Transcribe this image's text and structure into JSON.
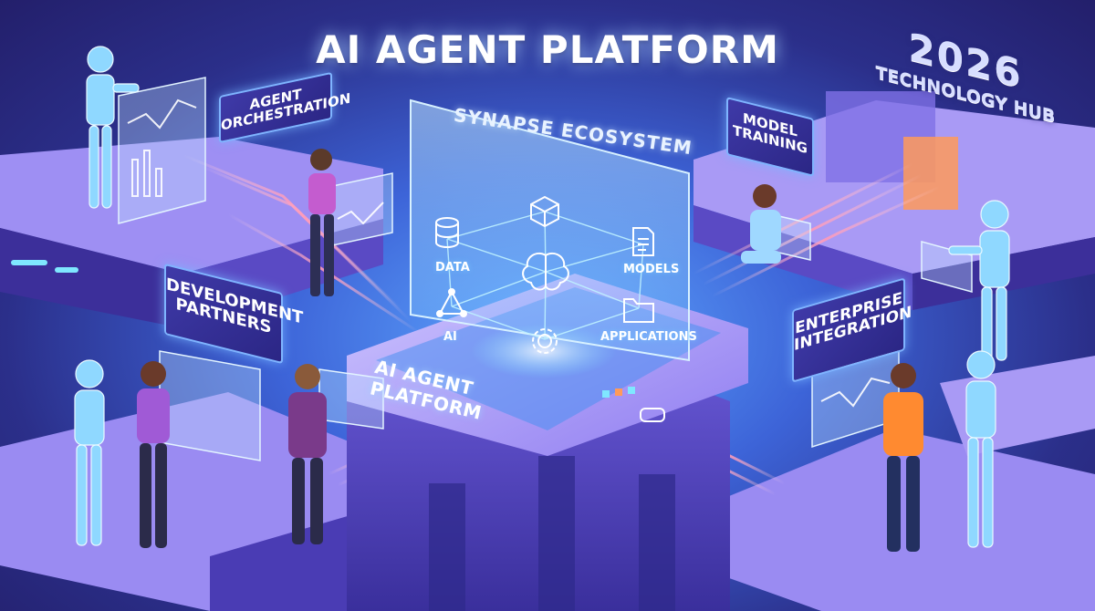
{
  "title": "AI AGENT PLATFORM",
  "hub": {
    "year": "2026",
    "name": "TECHNOLOGY HUB"
  },
  "signs": {
    "agent_orchestration": "AGENT ORCHESTRATION",
    "development_partners": "DEVELOPMENT PARTNERS",
    "model_training": "MODEL TRAINING",
    "enterprise_integration": "ENTERPRISE INTEGRATION"
  },
  "ecosystem": {
    "title": "SYNAPSE ECOSYSTEM",
    "nodes": {
      "data": "DATA",
      "models": "MODELS",
      "ai": "AI",
      "applications": "APPLICATIONS"
    }
  },
  "platform_label": "AI AGENT PLATFORM",
  "icons": [
    "database-icon",
    "cube-icon",
    "document-icon",
    "brain-icon",
    "network-icon",
    "gear-icon",
    "folder-icon",
    "robot-icon",
    "person-icon"
  ],
  "colors": {
    "background": "#2b2f8a",
    "glow": "#5fa8ff",
    "platform": "#8a74f0",
    "accent_cyan": "#7fe7ff",
    "light_beam": "#ff9ab8"
  }
}
